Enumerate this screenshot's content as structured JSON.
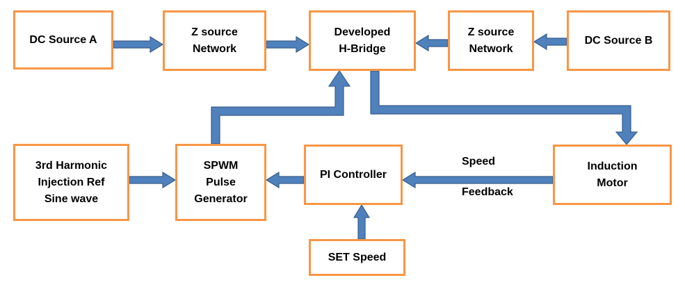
{
  "colors": {
    "box_border": "#f79646",
    "arrow_fill": "#4f81bd",
    "arrow_outline": "#385d8a",
    "text": "#000000"
  },
  "blocks": {
    "dc_source_a": [
      "DC Source A"
    ],
    "z_source_left": [
      "Z source",
      "Network"
    ],
    "h_bridge": [
      "Developed",
      "H-Bridge"
    ],
    "z_source_right": [
      "Z source",
      "Network"
    ],
    "dc_source_b": [
      "DC Source B"
    ],
    "harmonic_ref": [
      "3rd Harmonic",
      "Injection Ref",
      "Sine wave"
    ],
    "spwm": [
      "SPWM",
      "Pulse",
      "Generator"
    ],
    "pi_controller": [
      "PI Controller"
    ],
    "induction_motor": [
      "Induction",
      "Motor"
    ],
    "set_speed": [
      "SET Speed"
    ]
  },
  "labels": {
    "speed": "Speed",
    "feedback": "Feedback"
  }
}
